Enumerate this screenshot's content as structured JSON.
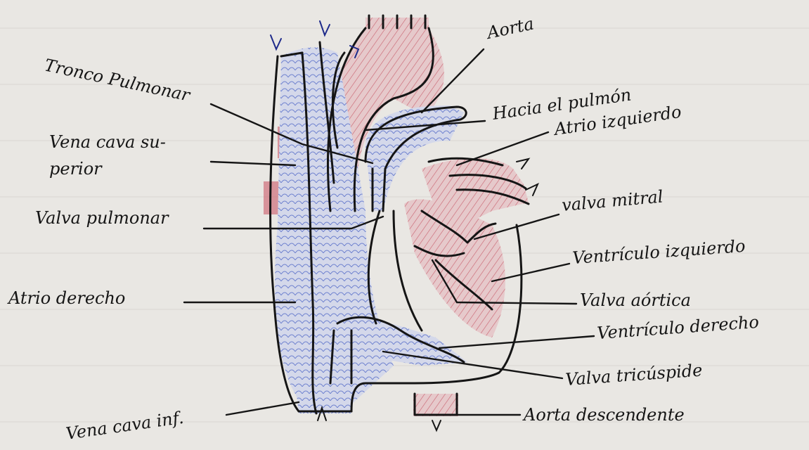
{
  "diagram": {
    "labels": {
      "tronco_pulmonar": "Tronco Pulmonar",
      "aorta": "Aorta",
      "hacia_pulmon": "Hacia el pulmón",
      "atrio_izquierdo": "Atrio izquierdo",
      "vena_cava_sup_1": "Vena cava su-",
      "vena_cava_sup_2": "perior",
      "valva_pulmonar": "Valva pulmonar",
      "valva_mitral": "valva mitral",
      "ventriculo_izquierdo": "Ventrículo izquierdo",
      "atrio_derecho": "Atrio derecho",
      "valva_aortica": "Valva aórtica",
      "ventriculo_derecho": "Ventrículo derecho",
      "valva_tricuspide": "Valva tricúspide",
      "vena_cava_inf": "Vena cava inf.",
      "aorta_descendente": "Aorta descendente"
    },
    "colors": {
      "paper": "#e9e7e3",
      "ink": "#151515",
      "oxygen_poor": "#7d8fd6",
      "oxygen_rich": "#cf6e7a"
    }
  }
}
